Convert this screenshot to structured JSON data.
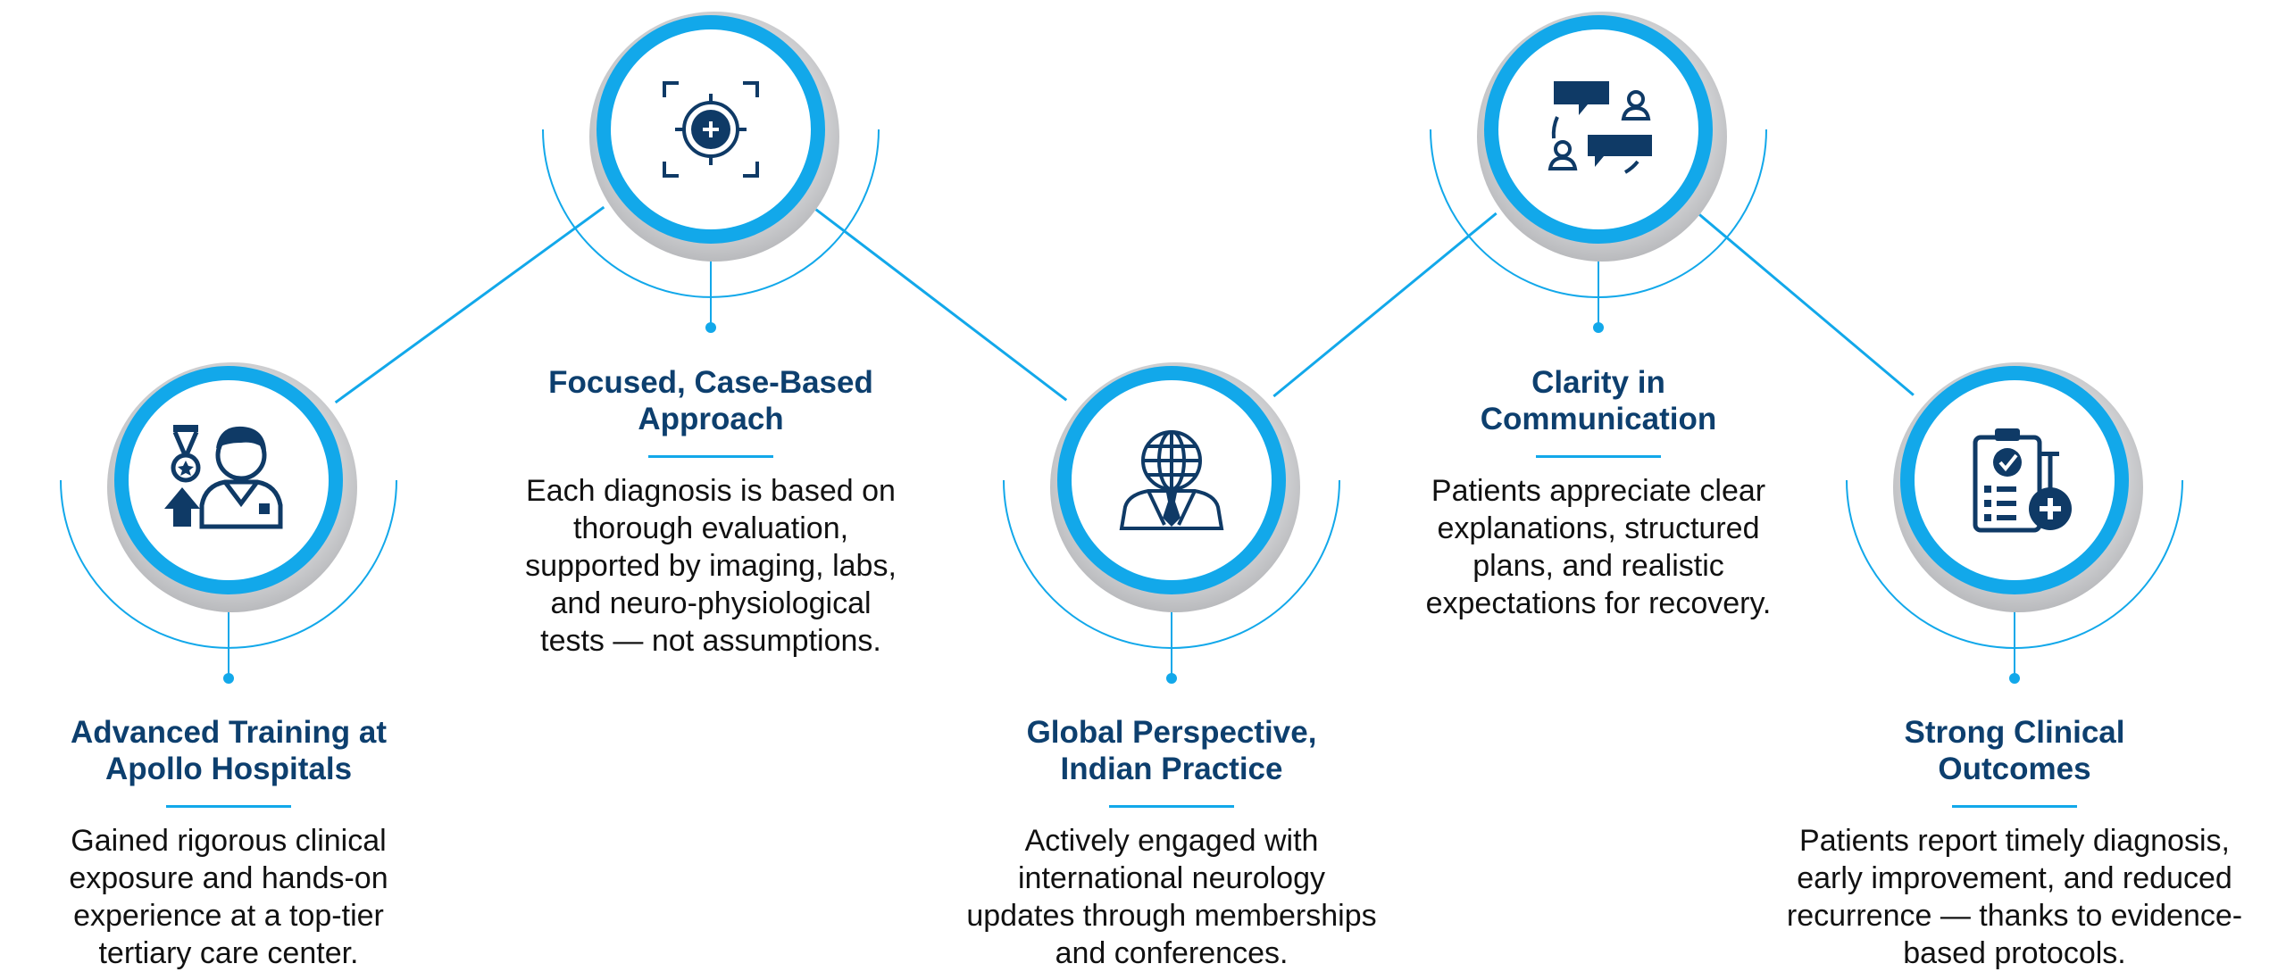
{
  "colors": {
    "accent": "#12a8ea",
    "navy": "#0d3f6e",
    "icon": "#0f3a66",
    "text": "#111111",
    "shadow": "#c9cacc"
  },
  "nodes": [
    {
      "id": "training",
      "icon": "medal-doctor-icon",
      "title": "Advanced Training at\nApollo Hospitals",
      "description": "Gained rigorous clinical\nexposure and hands-on\nexperience at a top-tier\ntertiary care center."
    },
    {
      "id": "approach",
      "icon": "target-focus-icon",
      "title": "Focused, Case-Based\nApproach",
      "description": "Each diagnosis is based on\nthorough evaluation,\nsupported by imaging, labs,\nand neuro-physiological\ntests — not assumptions."
    },
    {
      "id": "perspective",
      "icon": "globe-person-icon",
      "title": "Global Perspective,\nIndian Practice",
      "description": "Actively engaged with\ninternational neurology\nupdates through memberships\nand conferences."
    },
    {
      "id": "communication",
      "icon": "conversation-icon",
      "title": "Clarity in\nCommunication",
      "description": "Patients appreciate clear\nexplanations, structured\nplans, and realistic\nexpectations for recovery."
    },
    {
      "id": "outcomes",
      "icon": "clipboard-check-icon",
      "title": "Strong Clinical\nOutcomes",
      "description": "Patients report timely diagnosis,\nearly improvement, and reduced\nrecurrence — thanks to evidence-\nbased protocols."
    }
  ]
}
